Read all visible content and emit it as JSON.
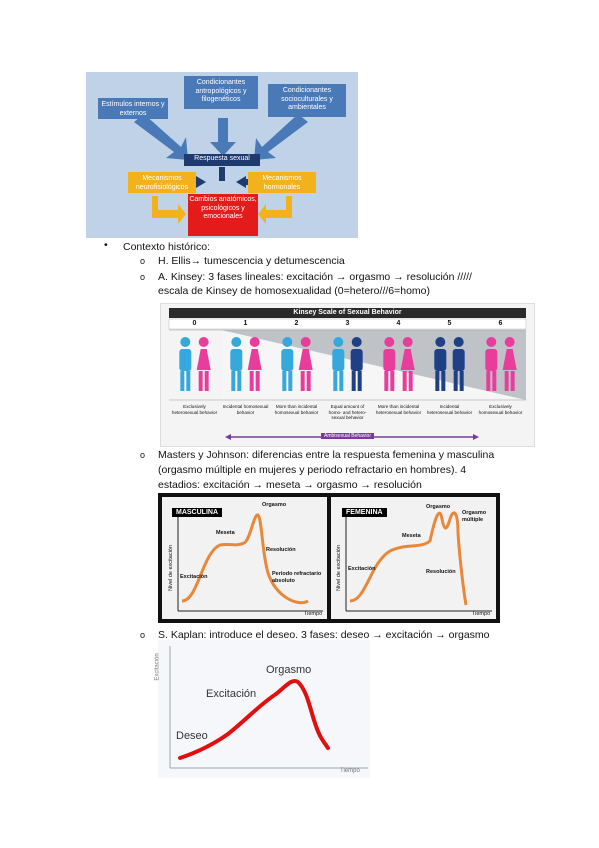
{
  "diagram": {
    "top_left": "Estímulos internos y externos",
    "top_center": "Condicionantes antropológicos y filogenéticos",
    "top_right": "Condicionantes socioculturales y ambientales",
    "center": "Respuesta sexual",
    "left": "Mecanismos neurofisiológicos",
    "right": "Mecanismos hormonales",
    "bottom": "Cambios anatómicos, psicológicos y emocionales"
  },
  "bullet": {
    "title": "Contexto histórico:"
  },
  "items": {
    "ellis": "H. Ellis→ tumescencia y detumescencia",
    "kinsey_line1": "A. Kinsey: 3 fases lineales: excitación → orgasmo → resolución /////",
    "kinsey_line2": "escala de Kinsey de homosexualidad (0=hetero///6=homo)",
    "mj_line1": "Masters y Johnson: diferencias entre la respuesta femenina y masculina",
    "mj_line2": "(orgasmo múltiple en mujeres y periodo refractario en hombres). 4",
    "mj_line3": "estadios: excitación → meseta → orgasmo → resolución",
    "kaplan": "S. Kaplan: introduce el deseo. 3 fases: deseo → excitación → orgasmo"
  },
  "kinsey_scale": {
    "title": "Kinsey Scale of Sexual Behavior",
    "numbers": [
      "0",
      "1",
      "2",
      "3",
      "4",
      "5",
      "6"
    ],
    "descriptions": [
      "Exclusively heterosexual behavior",
      "Incidental homosexual behavior",
      "More than incidental homosexual behavior",
      "Equal amount of homo- and hetero- sexual behavior",
      "More than incidental heterosexual behavior",
      "Incidental heterosexual behavior",
      "Exclusively homosexual behavior"
    ],
    "bottom_label": "Ambisexual Behavior"
  },
  "masters_johnson": {
    "male": {
      "title": "MASCULINA",
      "ylabel": "Nivel de excitación",
      "xlabel": "Tiempo",
      "excitacion": "Excitación",
      "meseta": "Meseta",
      "orgasmo": "Orgasmo",
      "resolucion": "Resolución",
      "refractario": "Periodo refractario absoluto"
    },
    "female": {
      "title": "FEMENINA",
      "ylabel": "Nivel de excitación",
      "xlabel": "Tiempo",
      "excitacion": "Excitación",
      "meseta": "Meseta",
      "orgasmo": "Orgasmo",
      "multiple": "Orgasmo múltiple",
      "resolucion": "Resolución"
    }
  },
  "kaplan_chart": {
    "ylabel": "Excitación",
    "xlabel": "Tiempo",
    "deseo": "Deseo",
    "excitacion": "Excitación",
    "orgasmo": "Orgasmo"
  },
  "colors": {
    "blue_fig": "#35a8dc",
    "pink_fig": "#e83d9b",
    "navy_fig": "#1f3f86",
    "orange_curve": "#e8883a",
    "red_curve": "#e01010"
  }
}
